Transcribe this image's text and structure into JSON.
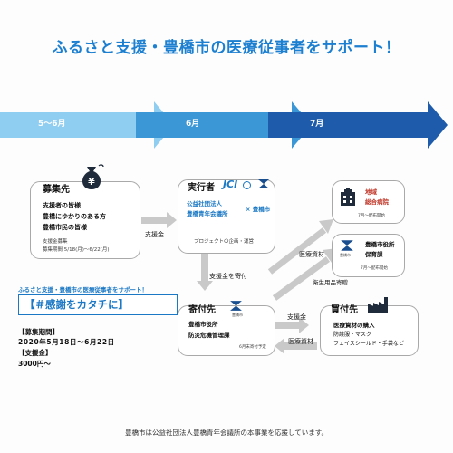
{
  "title": "ふるさと支援・豊橋市の医療従事者をサポート！",
  "timeline": {
    "phase1": "5～6月",
    "phase2": "6月",
    "phase3": "7月"
  },
  "recruit": {
    "heading": "募集先",
    "lines": [
      "支援者の皆様",
      "豊橋にゆかりのある方",
      "豊橋市民の皆様"
    ],
    "sub_label": "支援金募集",
    "period": "募集期間 5/18(月)～6/22(月)"
  },
  "executor": {
    "heading": "実行者",
    "logo_text": "JCI",
    "org_line1": "公益社団法人",
    "org_line2": "豊橋青年会議所",
    "city": "× 豊橋市",
    "note": "プロジェクトの企画・運営"
  },
  "hospital": {
    "name1": "地域",
    "name2": "総合病院",
    "note": "7月～配布開始"
  },
  "childcare": {
    "name1": "豊橋市役所",
    "name2": "保育課",
    "note": "7月～配布開始",
    "emblem_label": "豊橋市"
  },
  "donation": {
    "heading": "寄付先",
    "emblem_label": "豊橋市",
    "line1": "豊橋市役所",
    "line2": "防災危機管理課",
    "note": "6月末寄付予定"
  },
  "purchase": {
    "heading": "買付先",
    "line1": "医療資材の購入",
    "line2": "防護服・マスク",
    "line3": "フェイスシールド・手袋など"
  },
  "edges": {
    "support_fund": "支援金",
    "send_fund": "支援金を寄付",
    "medical_1": "医療資材",
    "medical_2": "医療資材",
    "hygiene": "衛生用品寄贈",
    "support_fund2": "支援金"
  },
  "promo": {
    "subtitle": "ふるさと支援・豊橋市の医療従事者をサポート！",
    "slogan": "【＃感謝をカタチに】",
    "period_label": "【募集期間】",
    "period_value": "2020年5月18日～6月22日",
    "amount_label": "【支援金】",
    "amount_value": "3000円～"
  },
  "footer": "豊橋市は公益社団法人豊橋青年会議所の本事業を応援しています。",
  "colors": {
    "accent": "#1a78c4",
    "timeline_light": "#8ccaf0",
    "timeline_dark": "#1d5fae",
    "arrow_gray": "#c8c8c8"
  }
}
